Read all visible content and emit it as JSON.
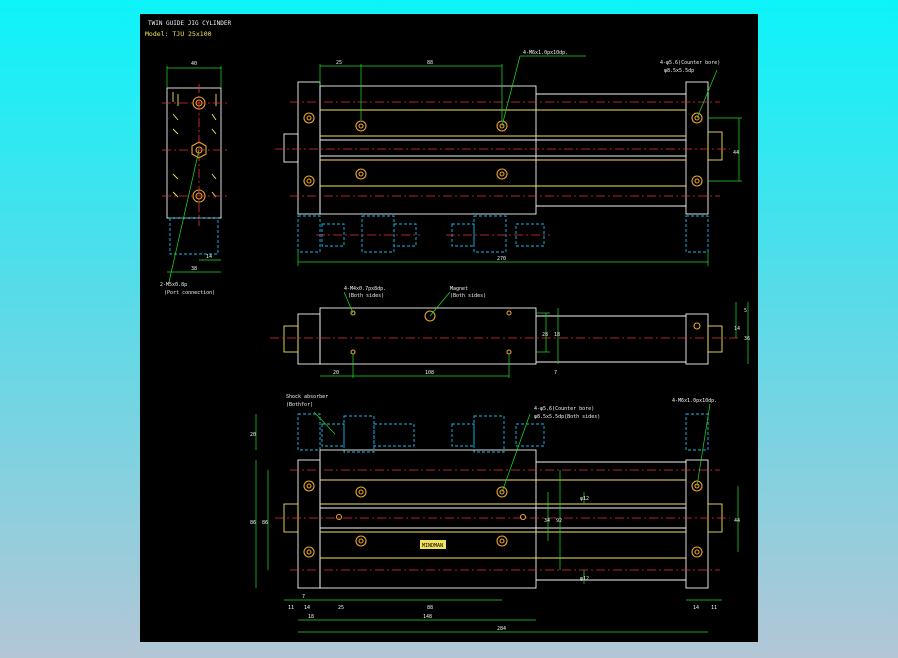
{
  "title": "TWIN GUIDE JIG CYLINDER",
  "model": "Model: TJU 25x100",
  "side_view": {
    "width_label": "40",
    "bottom_labels": [
      "14",
      "38"
    ],
    "callout": "2-M5x0.8p",
    "callout_note": "(Port connection)"
  },
  "top_view": {
    "dims": [
      "25",
      "88",
      "270",
      "44"
    ],
    "callout_tap": "4-M6x1.0px10dp.",
    "callout_bore": "4-φ5.6(Counter bore)",
    "callout_bore2": "φ8.5x5.5dp"
  },
  "middle_view": {
    "callout_left": "4-M4x0.7px8dp.",
    "callout_left_note": "(Both sides)",
    "callout_magnet": "Magnet",
    "callout_magnet_note": "(Both sides)",
    "dims": [
      "20",
      "108",
      "28",
      "18",
      "7",
      "5",
      "14",
      "36"
    ]
  },
  "bottom_view": {
    "callout_shock": "Shock absorber",
    "callout_shock_note": "(Bothfor)",
    "callout_bore": "4-φ5.6(Counter bore)",
    "callout_bore2": "φ8.5x5.5dp(Both sides)",
    "callout_tap": "4-M6x1.0px10dp.",
    "dims_left": [
      "20",
      "86",
      "86",
      "7"
    ],
    "dims_right": [
      "φ12",
      "34",
      "92",
      "φ12",
      "44"
    ],
    "dims_bottom": [
      "11",
      "14",
      "25",
      "88",
      "18",
      "148",
      "284",
      "14",
      "11"
    ],
    "nameplate": "MINDMAN"
  }
}
